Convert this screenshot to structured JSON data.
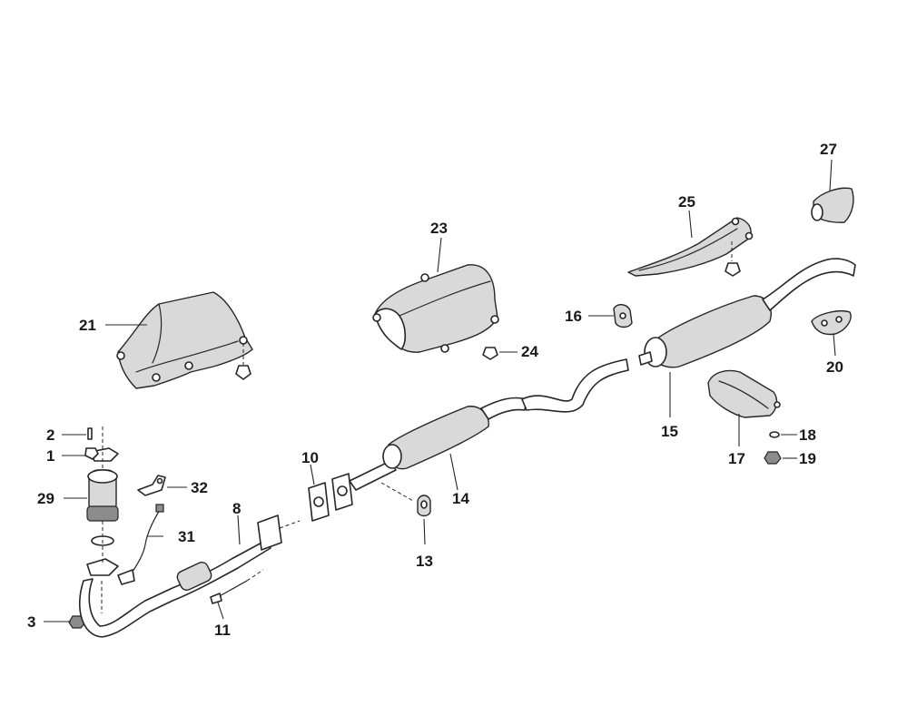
{
  "callouts": {
    "c1": "1",
    "c2": "2",
    "c3": "3",
    "c8": "8",
    "c10": "10",
    "c11": "11",
    "c13": "13",
    "c14": "14",
    "c15": "15",
    "c16": "16",
    "c17": "17",
    "c18": "18",
    "c19": "19",
    "c20": "20",
    "c21": "21",
    "c23": "23",
    "c24": "24",
    "c25": "25",
    "c27": "27",
    "c29": "29",
    "c31": "31",
    "c32": "32"
  },
  "colors": {
    "line": "#262626",
    "fill": "#ffffff",
    "shade": "#d9d9d9",
    "dark": "#8c8c8c"
  }
}
